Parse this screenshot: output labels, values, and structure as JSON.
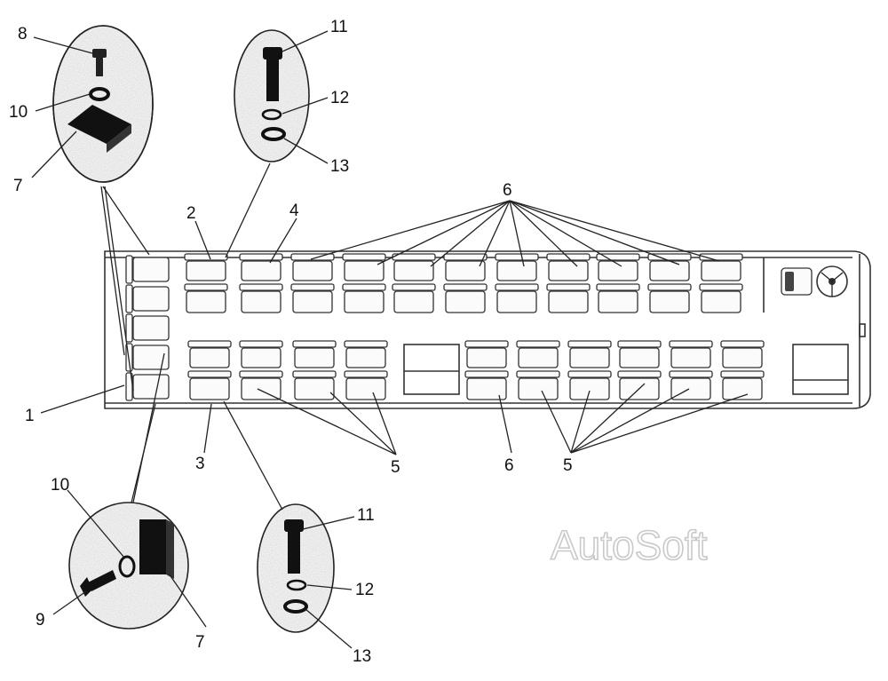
{
  "diagram": {
    "labels": {
      "l1": "1",
      "l2": "2",
      "l3": "3",
      "l4": "4",
      "l5a": "5",
      "l5b": "5",
      "l6a": "6",
      "l6b": "6",
      "l7a": "7",
      "l7b": "7",
      "l8": "8",
      "l9": "9",
      "l10a": "10",
      "l10b": "10",
      "l11a": "11",
      "l11b": "11",
      "l12a": "12",
      "l12b": "12",
      "l13a": "13",
      "l13b": "13"
    },
    "watermark": "AutoSoft"
  }
}
